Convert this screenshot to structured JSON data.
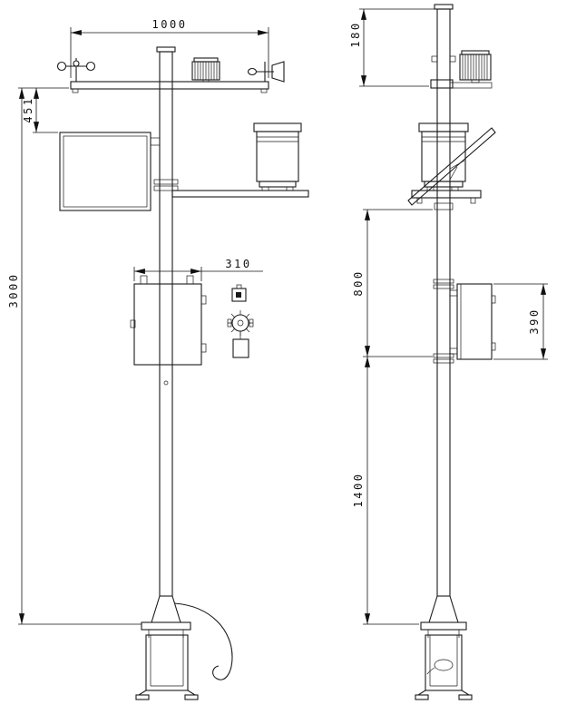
{
  "drawing": {
    "background": "#ffffff",
    "line_color": "#1a1a1a",
    "dimensions": {
      "crossbar_width": "1000",
      "panel_top_offset": "451",
      "pole_height": "3000",
      "enclosure_width": "310",
      "mast_top_extension": "180",
      "arm_to_enclosure_span": "800",
      "enclosure_height": "390",
      "enclosure_to_base_span": "1400"
    },
    "components": {
      "front_view": [
        "cup-anemometer",
        "radiation-shield",
        "wind-vane",
        "solar-panel",
        "rain-gauge",
        "control-enclosure",
        "mast",
        "foundation",
        "ground-cable"
      ],
      "side_view": [
        "radiation-shield",
        "solar-panel-edge",
        "rain-gauge",
        "control-enclosure",
        "mast",
        "foundation",
        "cable-loop"
      ]
    }
  }
}
